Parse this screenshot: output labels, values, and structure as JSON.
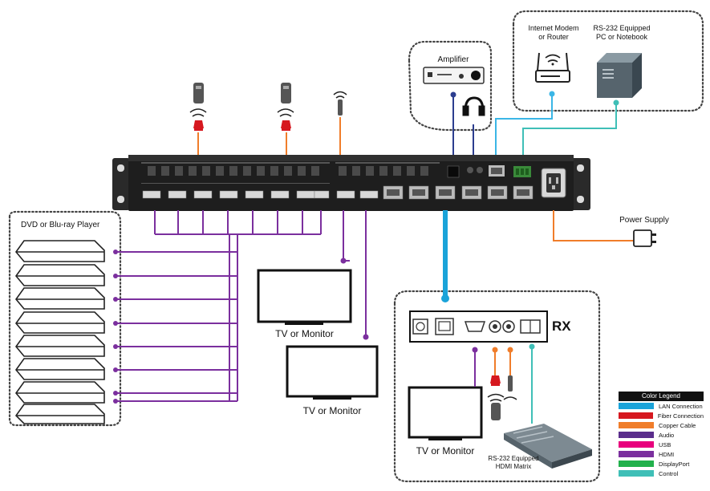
{
  "labels": {
    "amplifier": "Amplifier",
    "modem": "Internet Modem\nor Router",
    "rs232_pc": "RS-232 Equipped\nPC or Notebook",
    "dvd": "DVD or Blu-ray Player",
    "tv1": "TV or Monitor",
    "tv2": "TV or Monitor",
    "tv3": "TV or Monitor",
    "power": "Power Supply",
    "rx": "RX",
    "rs232_matrix": "RS-232 Equipped\nHDMI Matrix"
  },
  "legend": {
    "title": "Color Legend",
    "items": [
      {
        "label": "LAN Connection",
        "color": "#1aa3d9"
      },
      {
        "label": "Fiber Connection",
        "color": "#d6181f"
      },
      {
        "label": "Copper Cable",
        "color": "#f07d2a"
      },
      {
        "label": "Audio",
        "color": "#5a2d8c"
      },
      {
        "label": "USB",
        "color": "#e8007d"
      },
      {
        "label": "HDMI",
        "color": "#7b2f9e"
      },
      {
        "label": "DisplayPort",
        "color": "#22b14c"
      },
      {
        "label": "Control",
        "color": "#3fbfb7"
      }
    ]
  },
  "colors": {
    "hdmi": "#7b2f9e",
    "copper": "#f07d2a",
    "lan": "#1aa3d9",
    "lan_thin": "#3bb6e6",
    "audio": "#2c3e8f",
    "control": "#3fbfb7",
    "ir_emitter": "#d6181f"
  },
  "icons": [
    "ir-remote-icon",
    "ir-eye-icon",
    "antenna-icon",
    "headphones-icon",
    "router-icon",
    "pc-tower-icon",
    "power-plug-icon"
  ]
}
